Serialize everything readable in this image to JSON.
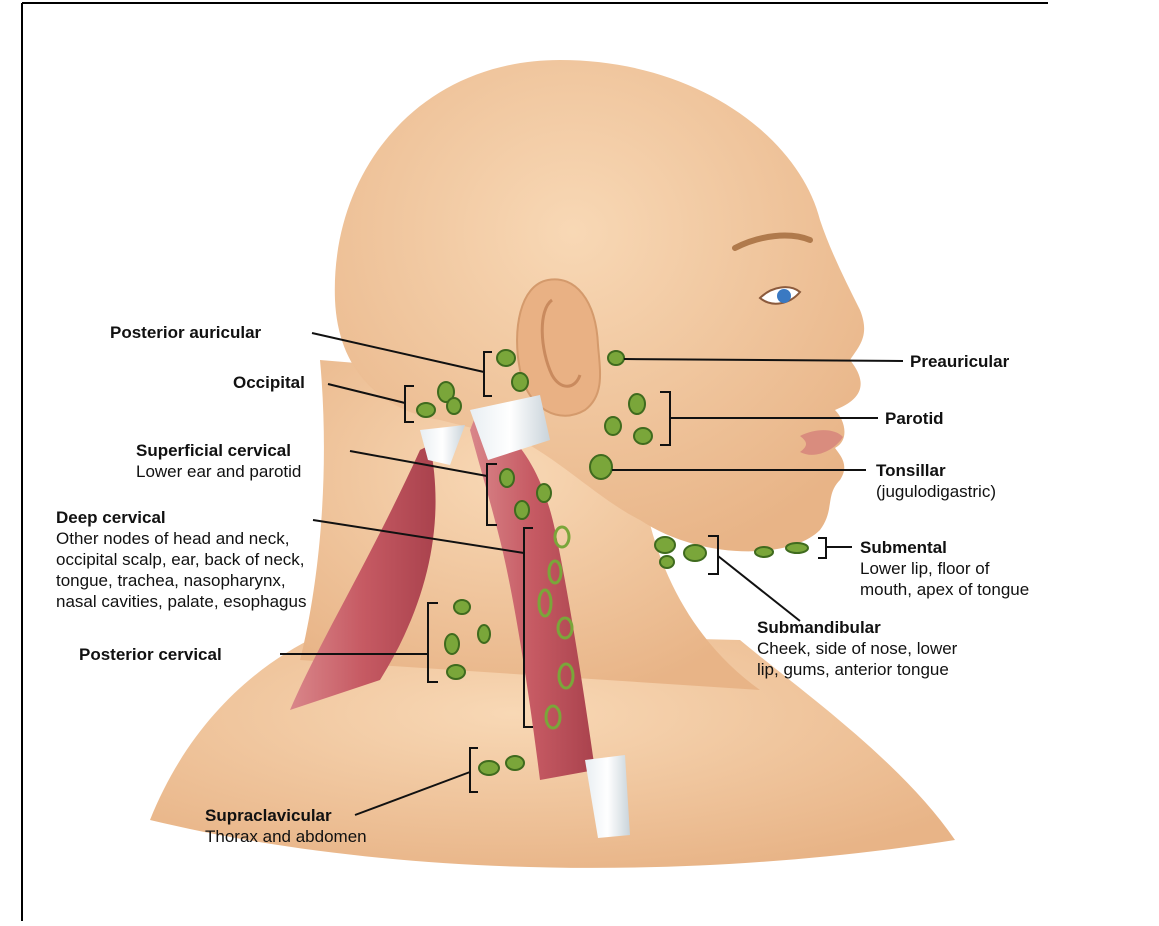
{
  "labels": {
    "posterior_auricular": {
      "title": "Posterior auricular"
    },
    "occipital": {
      "title": "Occipital"
    },
    "superficial_cervical": {
      "title": "Superficial cervical",
      "desc": "Lower ear and parotid"
    },
    "deep_cervical": {
      "title": "Deep cervical",
      "desc": [
        "Other nodes of head and neck,",
        "occipital scalp, ear, back of neck,",
        "tongue, trachea, nasopharynx,",
        "nasal cavities, palate, esophagus"
      ]
    },
    "posterior_cervical": {
      "title": "Posterior cervical"
    },
    "supraclavicular": {
      "title": "Supraclavicular",
      "desc": "Thorax and abdomen"
    },
    "preauricular": {
      "title": "Preauricular"
    },
    "parotid": {
      "title": "Parotid"
    },
    "tonsillar": {
      "title": "Tonsillar",
      "desc": "(jugulodigastric)"
    },
    "submental": {
      "title": "Submental",
      "desc": [
        "Lower lip, floor of",
        "mouth, apex of tongue"
      ]
    },
    "submandibular": {
      "title": "Submandibular",
      "desc": [
        "Cheek, side of nose, lower",
        "lip, gums, anterior tongue"
      ]
    }
  },
  "colors": {
    "skin": "#f2c9a0",
    "skin_shadow": "#e3ad80",
    "muscle": "#c9636b",
    "node": "#7aa63a",
    "node_edge": "#3f6b1e",
    "line": "#111111"
  }
}
